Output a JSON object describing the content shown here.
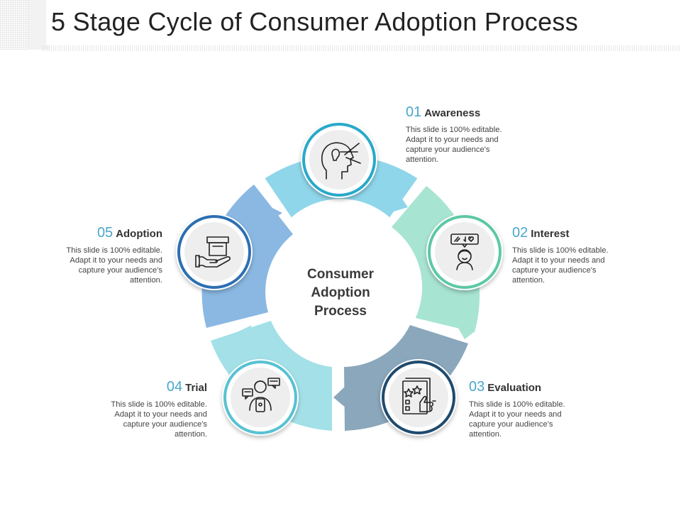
{
  "title": "5 Stage Cycle of Consumer Adoption Process",
  "center": {
    "line1": "Consumer",
    "line2": "Adoption",
    "line3": "Process"
  },
  "colors": {
    "awareness": "#8fd6ea",
    "interest": "#a8e4d2",
    "evaluation": "#8aa7bc",
    "trial": "#a3e0e8",
    "adoption": "#8ab8e2",
    "ring_awareness": "#29a9c9",
    "ring_interest": "#5dc8a5",
    "ring_evaluation": "#1f4b6e",
    "ring_trial": "#57c2d2",
    "ring_adoption": "#2c6fb3",
    "number": "#4aa7c9"
  },
  "stages": [
    {
      "num": "01",
      "name": "Awareness",
      "desc": "This slide is 100% editable. Adapt it to your needs and capture your audience's attention.",
      "icon": "head-idea-icon"
    },
    {
      "num": "02",
      "name": "Interest",
      "desc": "This slide is 100% editable. Adapt it to your needs and capture your audience's attention.",
      "icon": "person-chat-icon"
    },
    {
      "num": "03",
      "name": "Evaluation",
      "desc": "This slide is 100% editable. Adapt it to your needs and capture your audience's attention.",
      "icon": "rating-thumbs-up-icon"
    },
    {
      "num": "04",
      "name": "Trial",
      "desc": "This slide is 100% editable. Adapt it to your needs and capture your audience's attention.",
      "icon": "person-phone-chat-icon"
    },
    {
      "num": "05",
      "name": "Adoption",
      "desc": "This slide is 100% editable. Adapt it to your needs and capture your audience's attention.",
      "icon": "hand-box-icon"
    }
  ]
}
